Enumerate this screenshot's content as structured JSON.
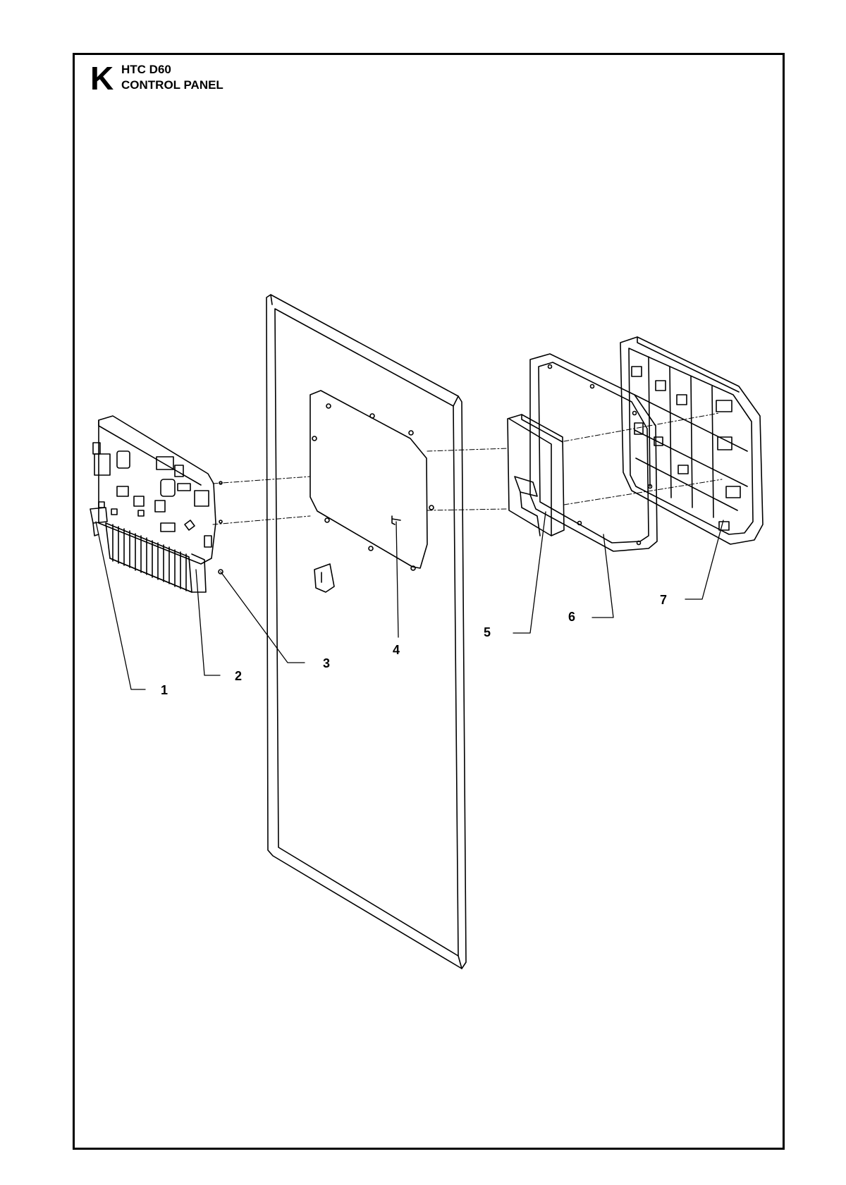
{
  "header": {
    "section_letter": "K",
    "model": "HTC D60",
    "assembly": "CONTROL PANEL"
  },
  "callouts": [
    "1",
    "2",
    "3",
    "4",
    "5",
    "6",
    "7"
  ]
}
